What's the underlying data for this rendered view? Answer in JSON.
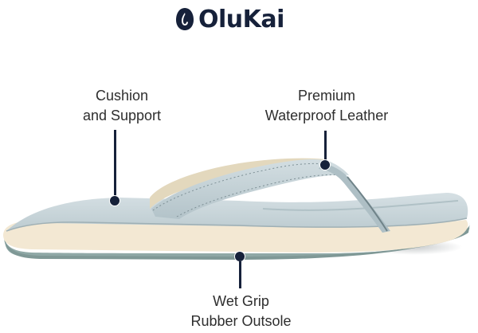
{
  "brand": {
    "name": "OluKai",
    "logo_icon": "fishhook-icon",
    "color": "#16213a"
  },
  "product": {
    "type": "flip-flop sandal",
    "colors": {
      "strap_and_footbed": "#c9d6db",
      "midsole": "#f3e8d3",
      "outsole": "#8fa8a6",
      "strap_lining": "#e3d8bd"
    }
  },
  "callouts": [
    {
      "id": "cushion",
      "line1": "Cushion",
      "line2": "and Support"
    },
    {
      "id": "leather",
      "line1": "Premium",
      "line2": "Waterproof Leather"
    },
    {
      "id": "outsole",
      "line1": "Wet Grip",
      "line2": "Rubber Outsole"
    }
  ]
}
